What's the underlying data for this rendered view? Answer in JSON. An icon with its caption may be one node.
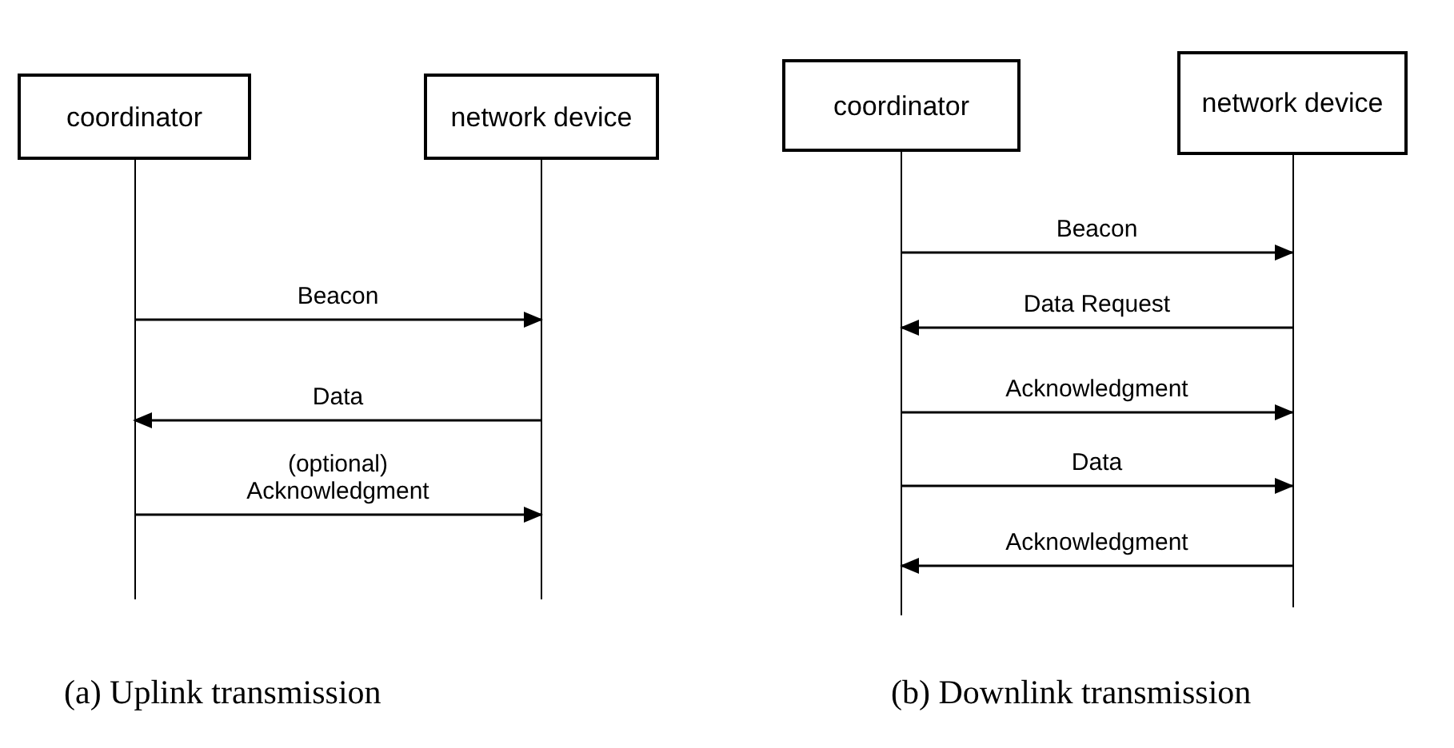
{
  "diagram": {
    "nodes": [
      {
        "text": [
          "coordinator"
        ]
      },
      {
        "text": [
          "network device"
        ]
      },
      {
        "text": [
          "coordinator"
        ]
      },
      {
        "text": [
          "network device"
        ]
      }
    ],
    "edges": [
      {
        "from": 0,
        "to": 1,
        "arrow": "to",
        "label": "Beacon"
      },
      {
        "from": 1,
        "to": 0,
        "arrow": "to",
        "label": "Data"
      },
      {
        "from": 0,
        "to": 1,
        "arrow": "to",
        "label": "(optional) Acknowledgment"
      },
      {
        "from": 2,
        "to": 3,
        "arrow": "to",
        "label": "Beacon"
      },
      {
        "from": 3,
        "to": 2,
        "arrow": "to",
        "label": "Data Request"
      },
      {
        "from": 2,
        "to": 3,
        "arrow": "to",
        "label": "Acknowledgment"
      },
      {
        "from": 2,
        "to": 3,
        "arrow": "to",
        "label": "Data"
      },
      {
        "from": 3,
        "to": 2,
        "arrow": "to",
        "label": "Acknowledgment"
      }
    ],
    "labels": [
      "(a) Uplink transmission",
      "(b) Downlink transmission"
    ]
  }
}
